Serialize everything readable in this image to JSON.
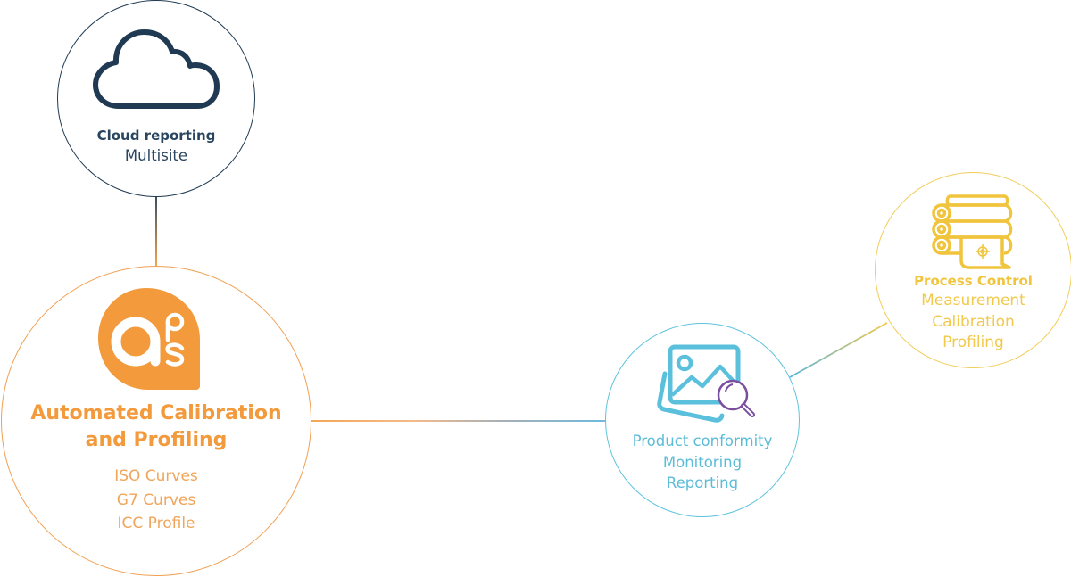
{
  "colors": {
    "cloud": "#1f3a52",
    "aps": "#f29a3c",
    "product": "#5bbcd8",
    "magnifier": "#7a4fa0",
    "process": "#f0c43c"
  },
  "nodes": {
    "cloud": {
      "icon": "cloud-icon",
      "title": "Cloud reporting",
      "lines": [
        "Multisite"
      ]
    },
    "aps": {
      "icon": "aps-logo-icon",
      "title_lines": [
        "Automated Calibration",
        "and Profiling"
      ],
      "lines": [
        "ISO Curves",
        "G7 Curves",
        "ICC Profile"
      ]
    },
    "product": {
      "icon": "image-magnifier-icon",
      "lines": [
        "Product conformity",
        "Monitoring",
        "Reporting"
      ]
    },
    "process": {
      "icon": "press-rollers-target-icon",
      "title": "Process Control",
      "lines": [
        "Measurement",
        "Calibration",
        "Profiling"
      ]
    }
  },
  "connections": [
    {
      "from": "cloud",
      "to": "aps"
    },
    {
      "from": "aps",
      "to": "product"
    },
    {
      "from": "product",
      "to": "process"
    }
  ]
}
